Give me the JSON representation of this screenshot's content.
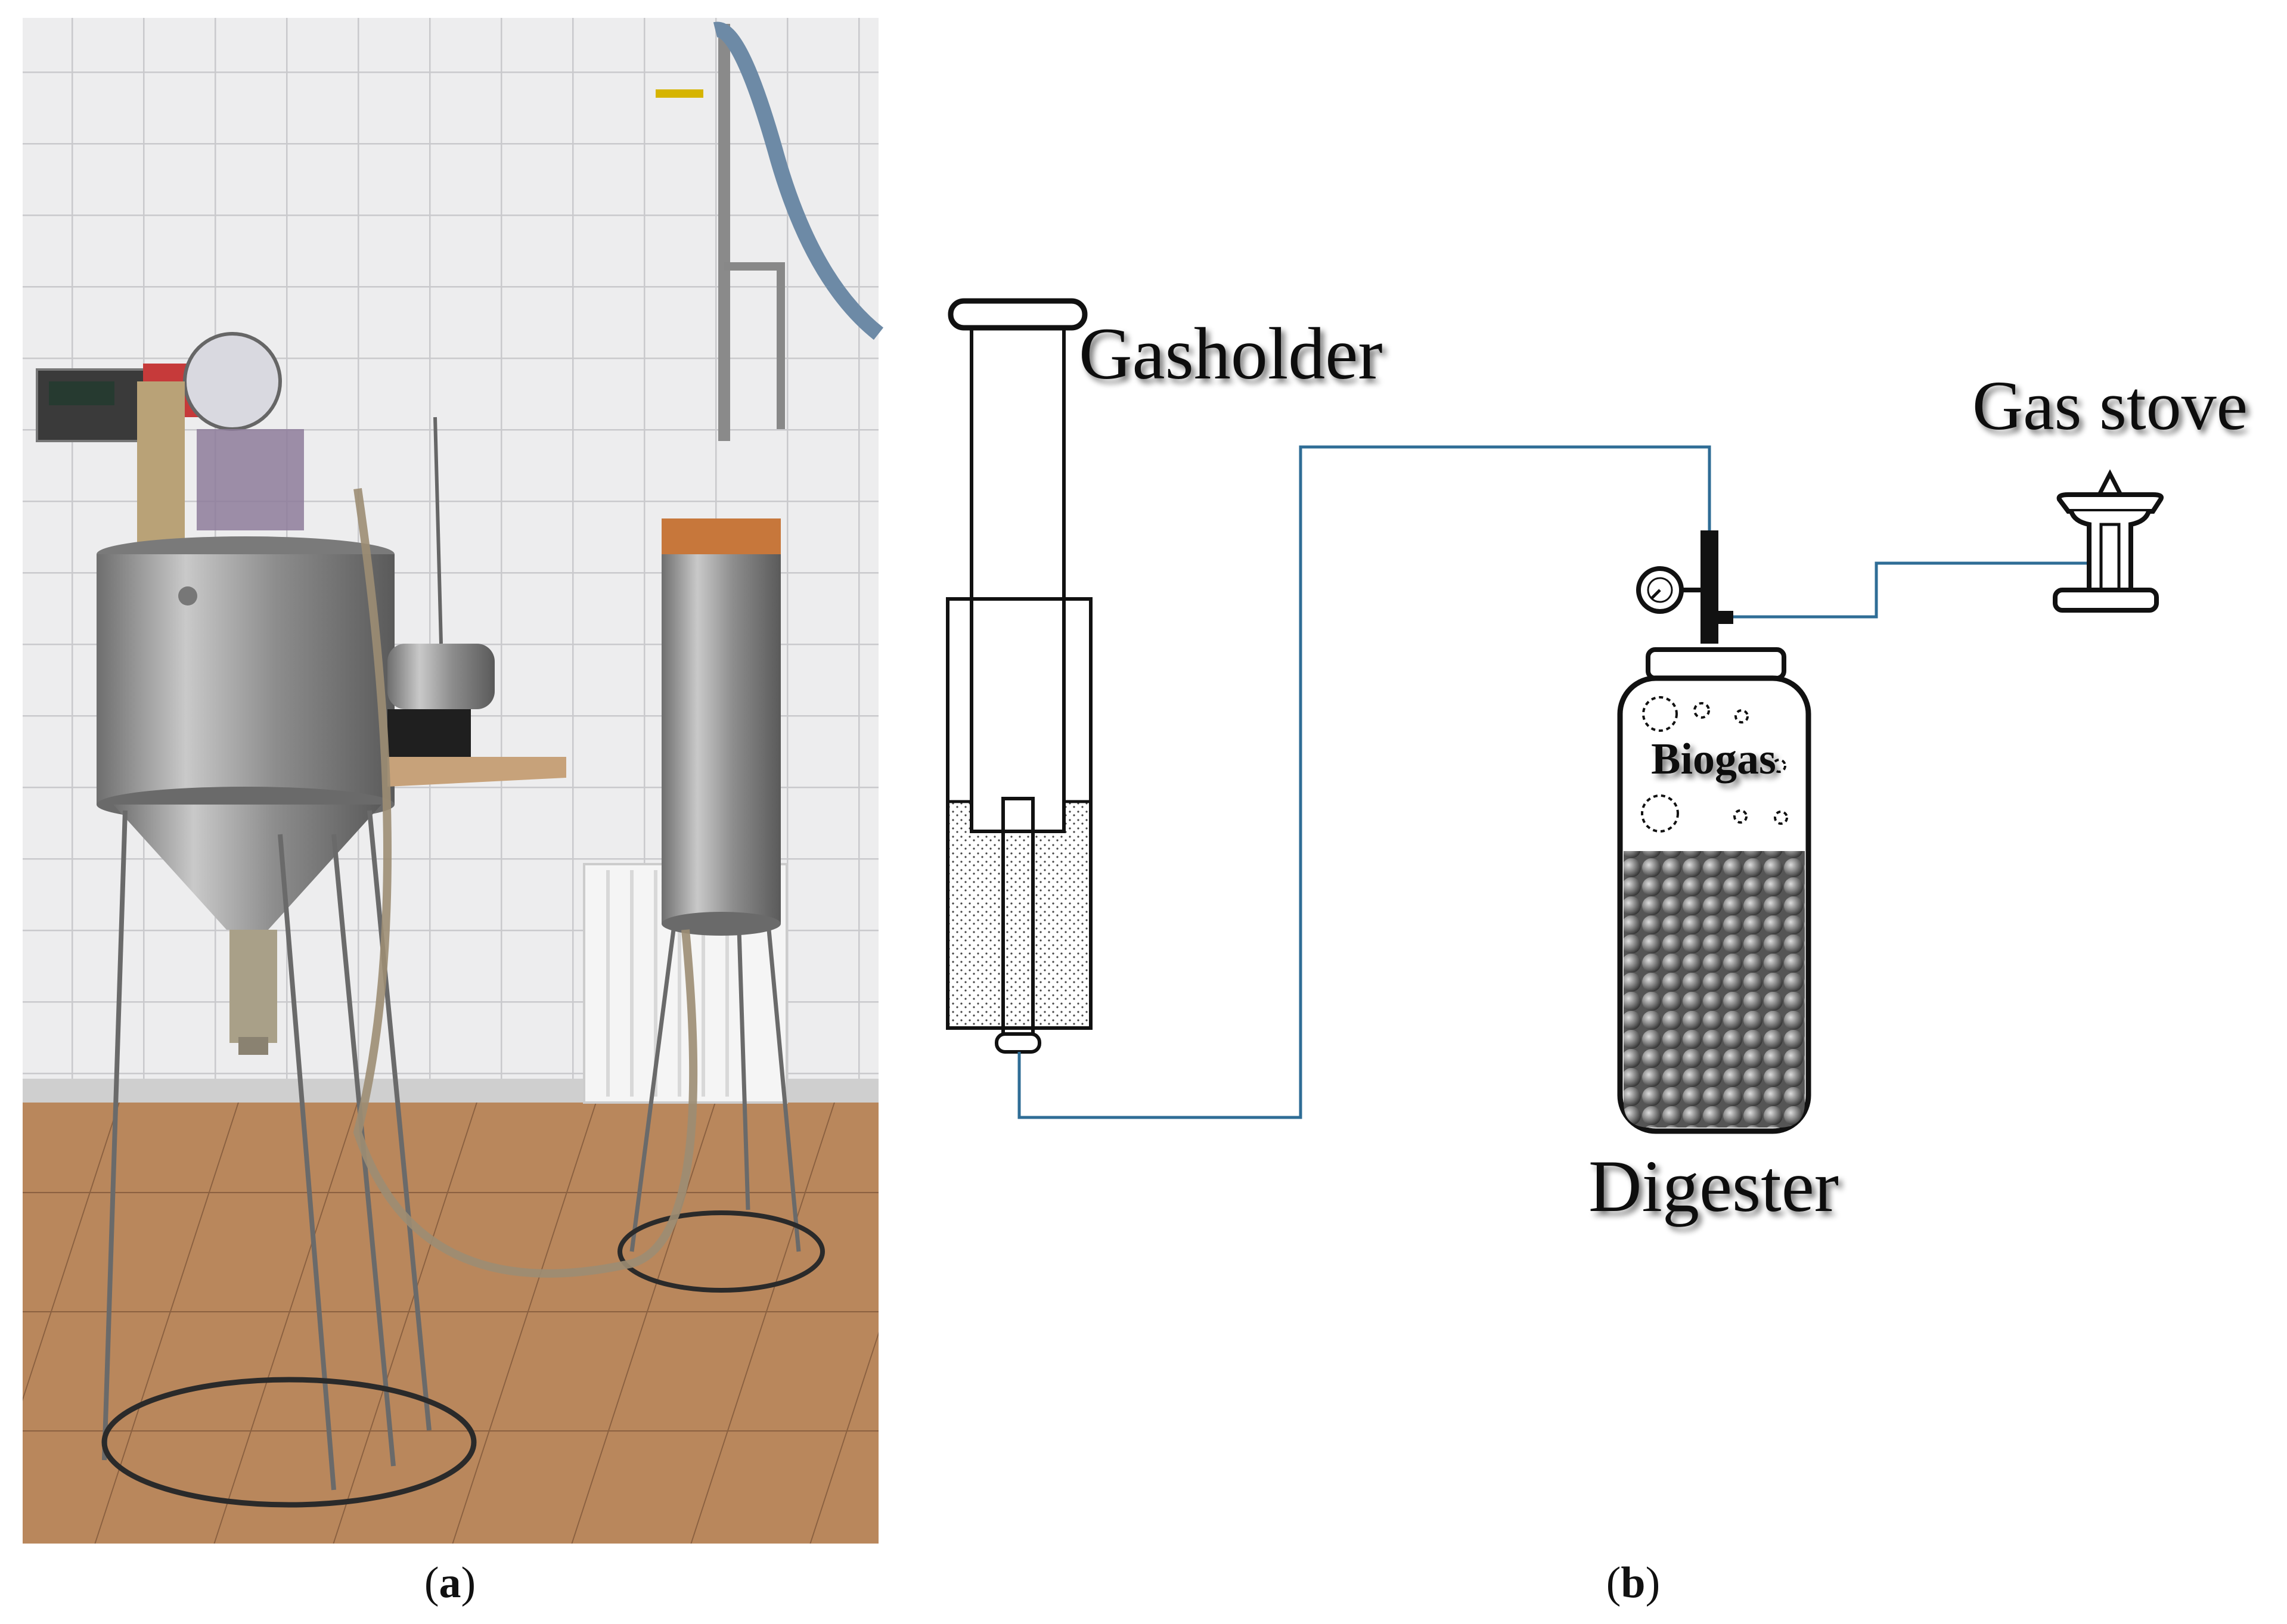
{
  "panel_a": {
    "caption_open": "(",
    "caption_letter": "a",
    "caption_close": ")"
  },
  "panel_b": {
    "caption_open": "(",
    "caption_letter": "b",
    "caption_close": ")",
    "labels": {
      "gasholder": "Gasholder",
      "gas_stove": "Gas stove",
      "biogas": "Biogas",
      "digester": "Digester"
    }
  },
  "colors": {
    "pipe": "#2f6d96",
    "tile_wall": "#ececec",
    "floor": "#b8865a",
    "steel": "#9a9a9a"
  }
}
